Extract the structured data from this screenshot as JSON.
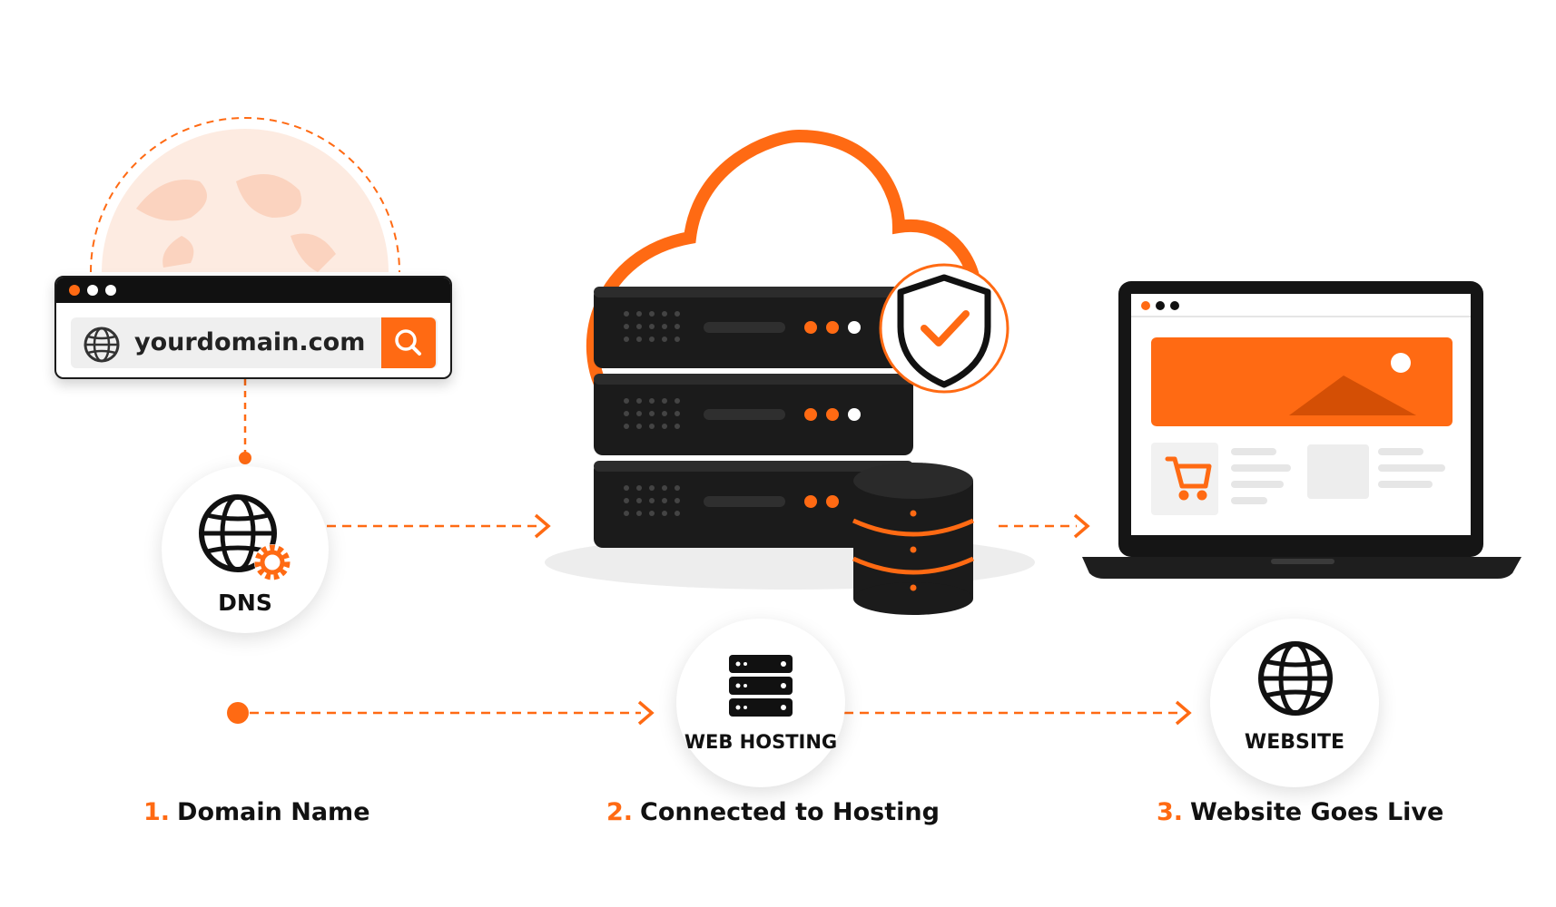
{
  "browser": {
    "url": "yourdomain.com",
    "icons": [
      "globe-icon",
      "search-icon"
    ]
  },
  "nodes": {
    "dns_label": "DNS",
    "hosting_label": "WEB HOSTING",
    "website_label": "WEBSITE"
  },
  "steps": [
    {
      "number": "1.",
      "label": "Domain Name"
    },
    {
      "number": "2.",
      "label": "Connected to Hosting"
    },
    {
      "number": "3.",
      "label": "Website Goes Live"
    }
  ],
  "colors": {
    "accent": "#ff6a13",
    "dark": "#111111",
    "light": "#ffffff"
  },
  "icons": [
    "cloud-icon",
    "shield-check-icon",
    "server-rack-icon",
    "database-icon",
    "laptop-icon",
    "shopping-cart-icon",
    "gear-icon",
    "world-map-icon"
  ]
}
